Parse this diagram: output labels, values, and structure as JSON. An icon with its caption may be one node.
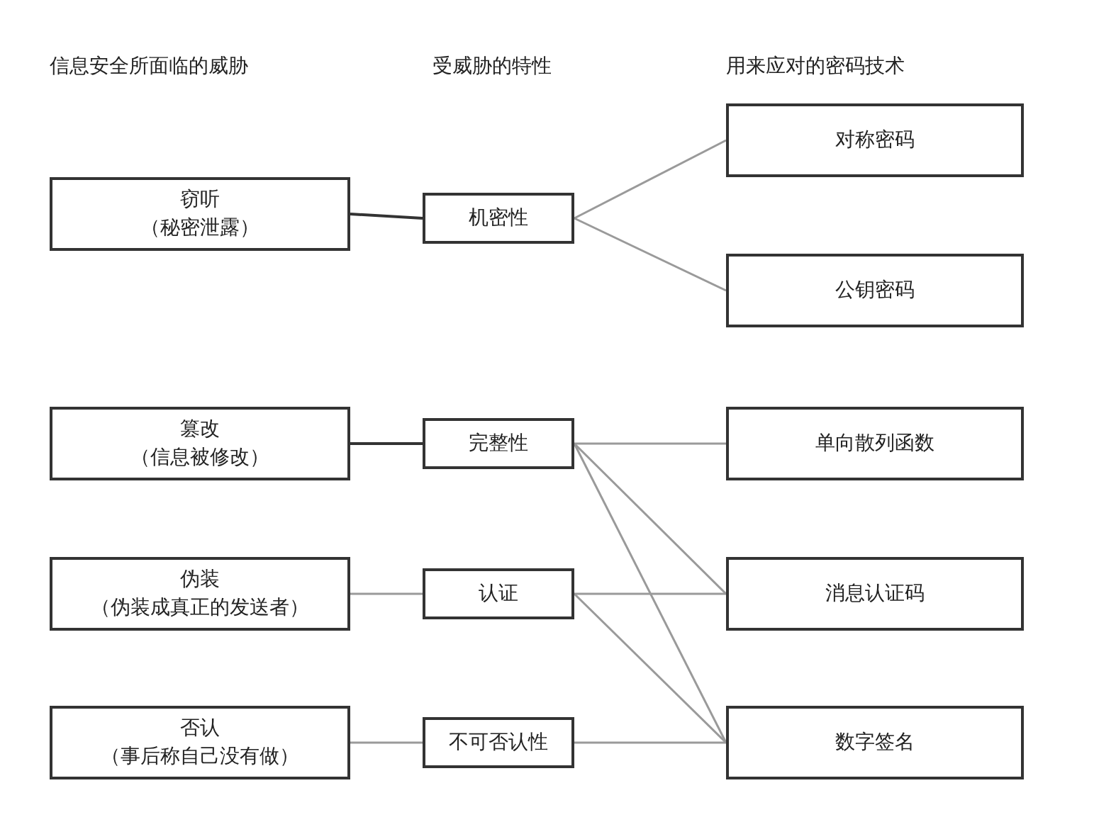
{
  "diagram": {
    "nodes": [
      {
        "text": [
          "对称密码"
        ]
      },
      {
        "text": [
          "窃听",
          "（秘密泄露）"
        ]
      },
      {
        "text": [
          "机密性"
        ]
      },
      {
        "text": [
          "公钥密码"
        ]
      },
      {
        "text": [
          "篡改",
          "（信息被修改）"
        ]
      },
      {
        "text": [
          "完整性"
        ]
      },
      {
        "text": [
          "单向散列函数"
        ]
      },
      {
        "text": [
          "伪装",
          "（伪装成真正的发送者）"
        ]
      },
      {
        "text": [
          "认证"
        ]
      },
      {
        "text": [
          "消息认证码"
        ]
      },
      {
        "text": [
          "否认",
          "（事后称自己没有做）"
        ]
      },
      {
        "text": [
          "不可否认性"
        ]
      },
      {
        "text": [
          "数字签名"
        ]
      }
    ],
    "edges": [
      {
        "from": 1,
        "to": 2,
        "arrow": "none",
        "color": "#333333"
      },
      {
        "from": 2,
        "to": 0,
        "arrow": "none"
      },
      {
        "from": 2,
        "to": 3,
        "arrow": "none"
      },
      {
        "from": 4,
        "to": 5,
        "arrow": "none",
        "color": "#333333"
      },
      {
        "from": 5,
        "to": 6,
        "arrow": "none"
      },
      {
        "from": 5,
        "to": 9,
        "arrow": "none"
      },
      {
        "from": 5,
        "to": 12,
        "arrow": "none"
      },
      {
        "from": 7,
        "to": 8,
        "arrow": "none"
      },
      {
        "from": 8,
        "to": 9,
        "arrow": "none"
      },
      {
        "from": 8,
        "to": 12,
        "arrow": "none"
      },
      {
        "from": 10,
        "to": 11,
        "arrow": "none"
      },
      {
        "from": 11,
        "to": 12,
        "arrow": "none"
      }
    ],
    "labels": [
      "信息安全所面临的威胁",
      "受威胁的特性",
      "用来应对的密码技术"
    ]
  }
}
